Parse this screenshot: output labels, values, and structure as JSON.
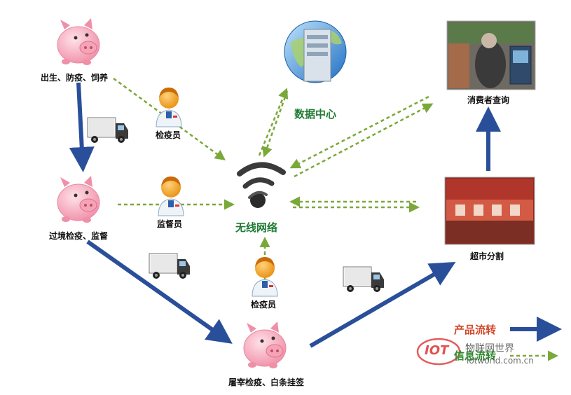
{
  "nodes": {
    "birth": "出生、防疫、饲养",
    "border": "过境检疫、监督",
    "slaughter": "屠宰检疫、白条挂签",
    "inspector_top": "检疫员",
    "supervisor": "监督员",
    "inspector_bottom": "检疫员",
    "data_center": "数据中心",
    "wireless": "无线网络",
    "consumer": "消费者查询",
    "supermarket": "超市分割"
  },
  "legend": {
    "product_flow": "产品流转",
    "info_flow": "信息流转"
  },
  "watermark": {
    "logo": "IOT",
    "name": "物联网世界",
    "url": "iotworld.com.cn"
  },
  "colors": {
    "product_arrow": "#2a4f9a",
    "info_arrow": "#7aa83a",
    "pig": "#f4b3c2",
    "center_text": "#1f7a33",
    "legend_product": "#d2472a",
    "legend_info": "#2f8a2f"
  }
}
